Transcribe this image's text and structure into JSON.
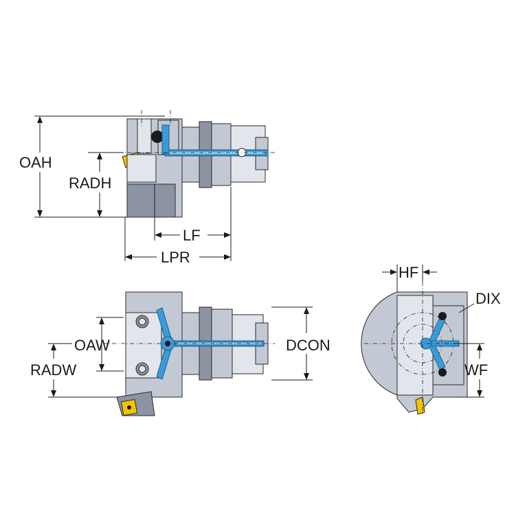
{
  "labels": {
    "oah": "OAH",
    "radh": "RADH",
    "lf": "LF",
    "lpr": "LPR",
    "oaw": "OAW",
    "radw": "RADW",
    "dcon": "DCON",
    "hf": "HF",
    "dix": "DIX",
    "wf": "WF"
  },
  "colors": {
    "body": "#c3c9d4",
    "coolant": "#3a9bd8",
    "insert": "#f2c300"
  }
}
